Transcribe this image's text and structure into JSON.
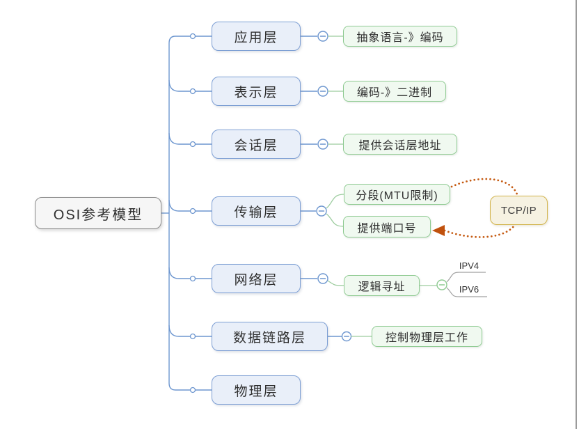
{
  "diagram": {
    "root": {
      "label": "OSI参考模型"
    },
    "branches": [
      {
        "id": "application",
        "label": "应用层",
        "children": [
          {
            "label": "抽象语言-》编码"
          }
        ]
      },
      {
        "id": "presentation",
        "label": "表示层",
        "children": [
          {
            "label": "编码-》二进制"
          }
        ]
      },
      {
        "id": "session",
        "label": "会话层",
        "children": [
          {
            "label": "提供会话层地址"
          }
        ]
      },
      {
        "id": "transport",
        "label": "传输层",
        "children": [
          {
            "label": "分段(MTU限制)"
          },
          {
            "label": "提供端口号"
          }
        ]
      },
      {
        "id": "network",
        "label": "网络层",
        "children": [
          {
            "label": "逻辑寻址",
            "children": [
              {
                "label": "IPV4"
              },
              {
                "label": "IPV6"
              }
            ]
          }
        ]
      },
      {
        "id": "datalink",
        "label": "数据链路层",
        "children": [
          {
            "label": "控制物理层工作"
          }
        ]
      },
      {
        "id": "physical",
        "label": "物理层",
        "children": []
      }
    ],
    "floating_topic": {
      "label": "TCP/IP"
    },
    "relationships": [
      {
        "from": "分段(MTU限制)",
        "to": "TCP/IP",
        "style": "dotted"
      },
      {
        "from": "TCP/IP",
        "to": "提供端口号",
        "style": "dotted-arrow"
      }
    ],
    "colors": {
      "layer_border": "#7D9FD4",
      "layer_bg": "#E9EFF9",
      "detail_border": "#8FCB92",
      "detail_bg": "#F0F9F0",
      "root_border": "#8B8B8B",
      "root_bg": "#F6F6F6",
      "floating_border": "#D2B44C",
      "floating_bg": "#F6F2E2",
      "line_blue": "#6D96CF",
      "line_green": "#9CCC9E",
      "line_gray": "#A0A0A0",
      "dotted_orange": "#C55A11",
      "text": "#2E2E2E",
      "page_edge": "#9B9B9B"
    }
  }
}
